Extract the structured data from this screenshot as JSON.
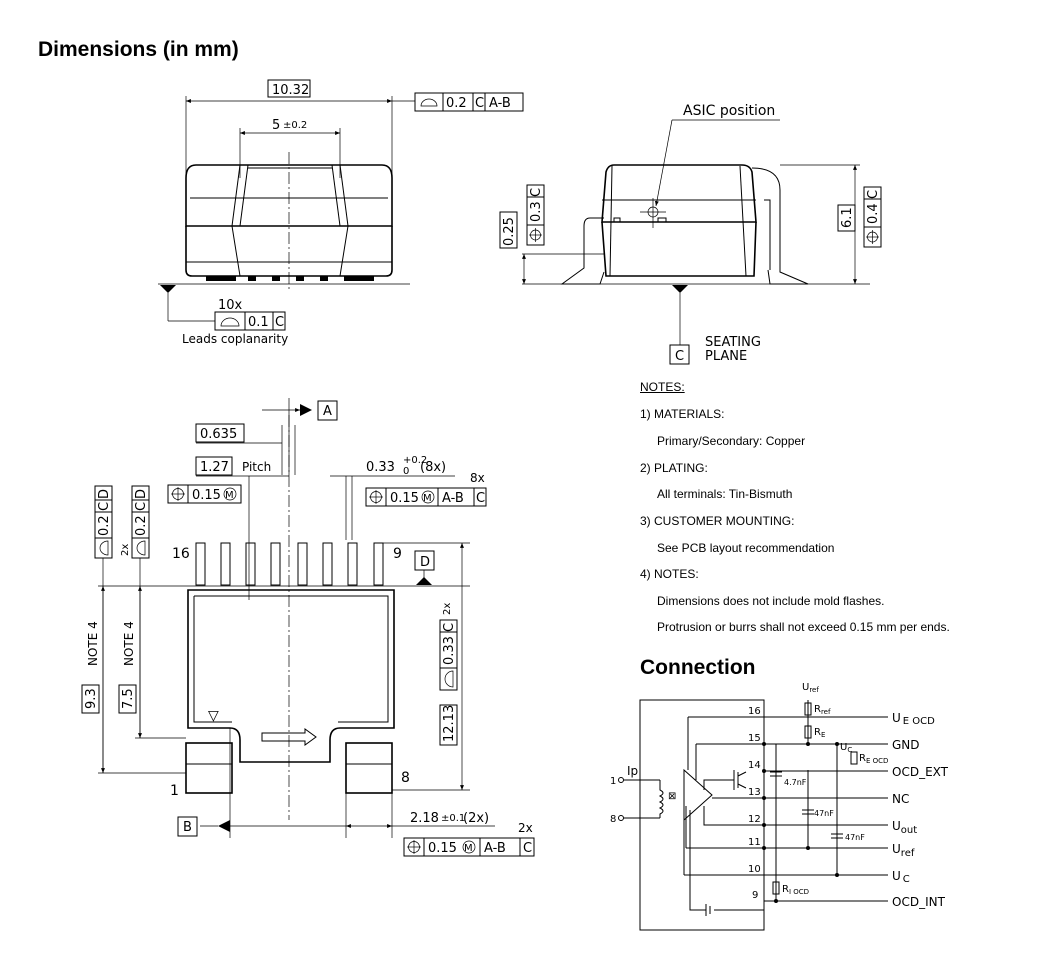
{
  "titles": {
    "dimensions": "Dimensions (in mm)",
    "connection": "Connection"
  },
  "top_view": {
    "width": "10.32",
    "width_tol": [
      "0.2",
      "C",
      "A-B"
    ],
    "center": "5",
    "center_tol": "±0.2",
    "leads_count": "10x",
    "coplanarity_tol": [
      "0.1",
      "C"
    ],
    "coplanarity_label": "Leads coplanarity"
  },
  "side_view": {
    "asic_label": "ASIC position",
    "lead_height": "0.25",
    "asic_tol_1": [
      "0.3",
      "C"
    ],
    "height": "6.1",
    "height_tol": [
      "0.4",
      "C"
    ],
    "datum_c": "C",
    "seating_plane": [
      "SEATING",
      "PLANE"
    ]
  },
  "bottom_view": {
    "datum_a": "A",
    "datum_b": "B",
    "datum_d": "D",
    "half_pitch": "0.635",
    "pitch": "1.27",
    "pitch_label": "Pitch",
    "pitch_tol": [
      "0.15",
      "M"
    ],
    "lead_width": "0.33",
    "lead_width_tol": "+0.2",
    "lead_width_tol_lo": "0",
    "lead_width_count": "(8x)",
    "lead_pos_count": "8x",
    "lead_pos_tol": [
      "0.15",
      "M",
      "A-B",
      "C"
    ],
    "left_tol_1": [
      "0.2",
      "C",
      "D"
    ],
    "left_tol_2": [
      "0.2",
      "C",
      "D"
    ],
    "left_count": "2x",
    "pin_16": "16",
    "pin_9": "9",
    "pin_1": "1",
    "pin_8": "8",
    "note_4a": "NOTE 4",
    "note_4b": "NOTE 4",
    "dim_93": "9.3",
    "dim_75": "7.5",
    "right_count": "2x",
    "right_tol": [
      "0.33",
      "C"
    ],
    "dim_1213": "12.13",
    "foot_width": "2.18",
    "foot_width_tol": "±0.1",
    "foot_width_count": "(2x)",
    "foot_count": "2x",
    "foot_tol": [
      "0.15",
      "M",
      "A-B",
      "C"
    ]
  },
  "notes": {
    "heading": "NOTES:",
    "items": [
      {
        "label": "1) MATERIALS:",
        "detail": "Primary/Secondary: Copper"
      },
      {
        "label": "2) PLATING:",
        "detail": "All terminals: Tin-Bismuth"
      },
      {
        "label": "3) CUSTOMER MOUNTING:",
        "detail": "See PCB layout recommendation"
      },
      {
        "label": "4) NOTES:",
        "detail": "Dimensions does not include mold flashes."
      }
    ],
    "extra": "Protrusion or burrs shall not exceed 0.15 mm per ends."
  },
  "connection": {
    "input_label": "Ip",
    "input_pins": [
      "1",
      "8"
    ],
    "pins": [
      "16",
      "15",
      "14",
      "13",
      "12",
      "11",
      "10",
      "9"
    ],
    "signals": [
      "U",
      "GND",
      "OCD_EXT",
      "NC",
      "U",
      "U",
      "U",
      "OCD_INT"
    ],
    "signal_subs": [
      "E OCD",
      "",
      "",
      "",
      "out",
      "ref",
      "C",
      ""
    ],
    "components": {
      "uref": "U",
      "uref_sub": "ref",
      "rref": "R",
      "rref_sub": "ref",
      "re": "R",
      "re_sub": "E",
      "uc": "U",
      "uc_sub": "C",
      "re_ocd": "R",
      "re_ocd_sub": "E OCD",
      "c1": "4.7nF",
      "c2": "47nF",
      "c3": "47nF",
      "ri_ocd": "R",
      "ri_ocd_sub": "I OCD"
    }
  }
}
